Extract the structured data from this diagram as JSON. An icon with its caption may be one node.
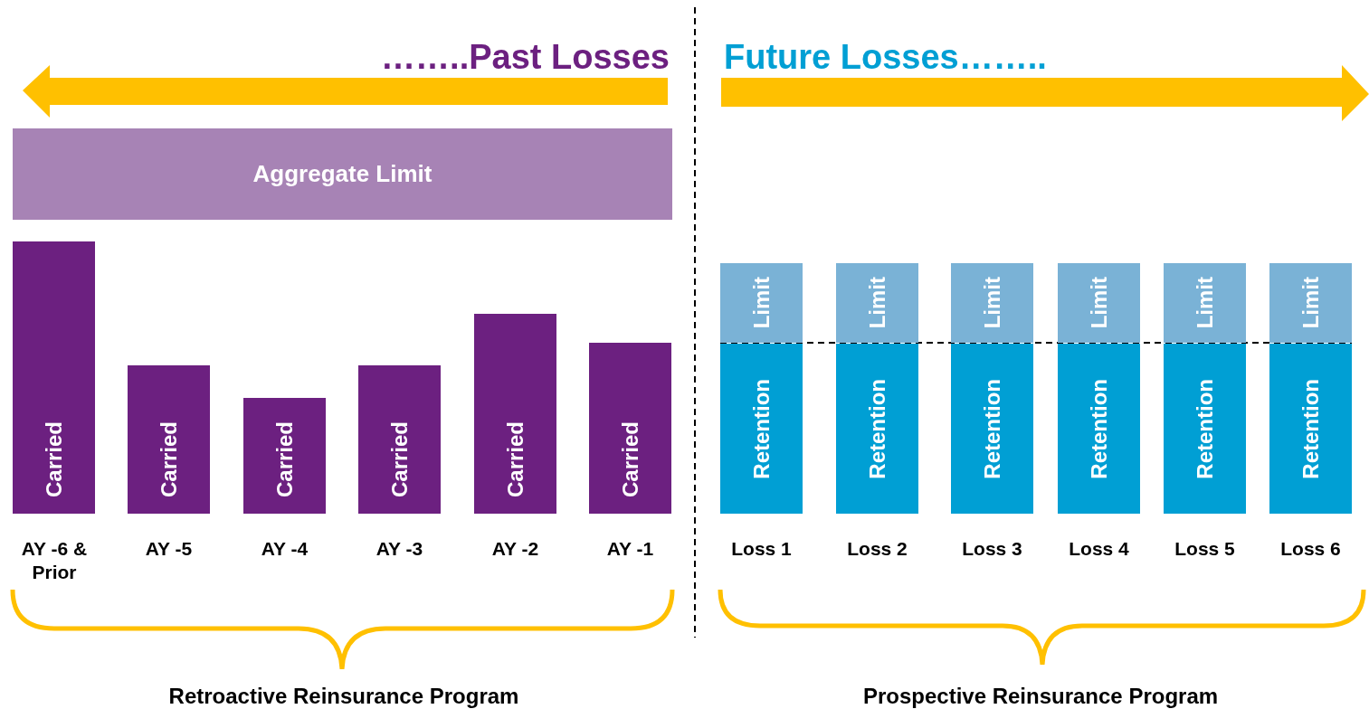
{
  "diagram": {
    "nodes": [
      {
        "text": [
          "Aggregate Limit"
        ]
      },
      {
        "text": [
          "Carried"
        ]
      },
      {
        "text": [
          "Carried"
        ]
      },
      {
        "text": [
          "Carried"
        ]
      },
      {
        "text": [
          "Carried"
        ]
      },
      {
        "text": [
          "Carried"
        ]
      },
      {
        "text": [
          "Carried"
        ]
      },
      {
        "text": [
          "Limit"
        ]
      },
      {
        "text": [
          "Retention"
        ]
      },
      {
        "text": [
          "Limit"
        ]
      },
      {
        "text": [
          "Retention"
        ]
      },
      {
        "text": [
          "Limit"
        ]
      },
      {
        "text": [
          "Retention"
        ]
      },
      {
        "text": [
          "Limit"
        ]
      },
      {
        "text": [
          "Retention"
        ]
      },
      {
        "text": [
          "Limit"
        ]
      },
      {
        "text": [
          "Retention"
        ]
      },
      {
        "text": [
          "Limit"
        ]
      },
      {
        "text": [
          "Retention"
        ]
      }
    ],
    "labels": [
      "……..Past Losses",
      "Future Losses……..",
      "AY -6 & Prior",
      "AY -5",
      "AY -4",
      "AY -3",
      "AY -2",
      "AY -1",
      "Loss 1",
      "Loss 2",
      "Loss 3",
      "Loss 4",
      "Loss 5",
      "Loss 6",
      "Retroactive Reinsurance Program",
      "Prospective Reinsurance Program"
    ]
  }
}
